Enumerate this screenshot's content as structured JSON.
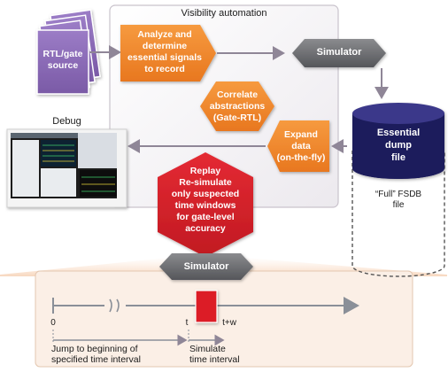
{
  "colors": {
    "purple": "#8b6bb5",
    "orange": "#f0872a",
    "gray_hex": "#6f7073",
    "red": "#d7202b",
    "panel_border": "#c9c3cc",
    "arrow": "#8f8697",
    "timeline": "#8a8f98",
    "timeline_panel": "#fbefe6"
  },
  "diagram": {
    "panel_title": "Visibility automation",
    "source_label_line1": "RTL/gate",
    "source_label_line2": "source",
    "analyze_line1": "Analyze and",
    "analyze_line2": "determine",
    "analyze_line3": "essential signals",
    "analyze_line4": "to record",
    "simulator_top": "Simulator",
    "correlate_line1": "Correlate",
    "correlate_line2": "abstractions",
    "correlate_line3": "(Gate-RTL)",
    "expand_line1": "Expand",
    "expand_line2": "data",
    "expand_line3": "(on-the-fly)",
    "essential_line1": "Essential",
    "essential_line2": "dump",
    "essential_line3": "file",
    "full_fsdb_line1": "“Full” FSDB",
    "full_fsdb_line2": "file",
    "debug_label": "Debug",
    "replay_line1": "Replay",
    "replay_line2": "Re-simulate",
    "replay_line3": "only suspected",
    "replay_line4": "time windows",
    "replay_line5": "for gate-level",
    "replay_line6": "accuracy",
    "simulator_bottom": "Simulator",
    "tick_zero": "0",
    "tick_t": "t",
    "tick_tw": "t+w",
    "jump_line1": "Jump to beginning of",
    "jump_line2": "specified time interval",
    "simulate_line1": "Simulate",
    "simulate_line2": "time interval"
  }
}
